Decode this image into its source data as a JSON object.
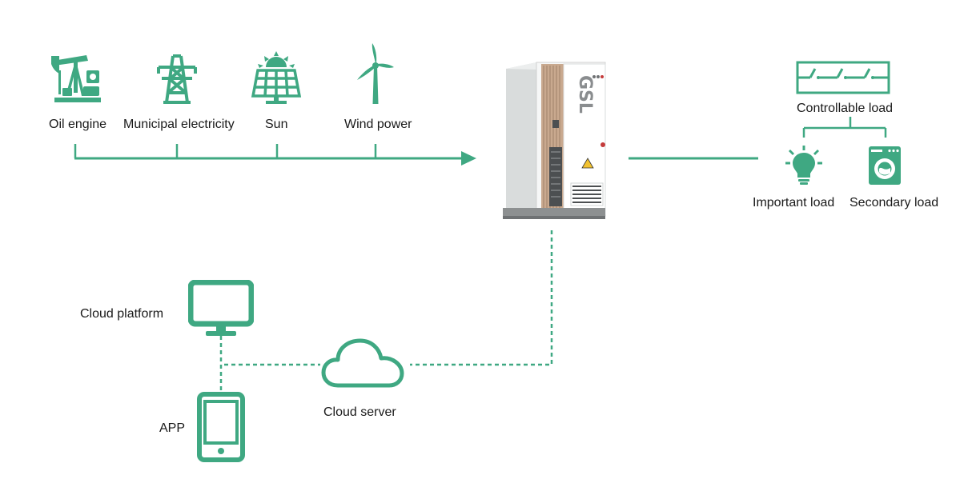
{
  "sources": [
    {
      "label": "Oil engine",
      "icon": "oil-pump-jack-icon"
    },
    {
      "label": "Municipal electricity",
      "icon": "power-pylon-icon"
    },
    {
      "label": "Sun",
      "icon": "solar-panel-icon"
    },
    {
      "label": "Wind power",
      "icon": "wind-turbine-icon"
    }
  ],
  "cabinet": {
    "brand_text": "GSL",
    "icon": "energy-storage-cabinet"
  },
  "loads": {
    "controllable": {
      "label": "Controllable load",
      "icon": "switch-panel-icon"
    },
    "important": {
      "label": "Important load",
      "icon": "light-bulb-icon"
    },
    "secondary": {
      "label": "Secondary load",
      "icon": "washing-machine-icon"
    }
  },
  "network": {
    "cloud_platform": {
      "label": "Cloud platform",
      "icon": "monitor-icon"
    },
    "app": {
      "label": "APP",
      "icon": "tablet-icon"
    },
    "cloud_server": {
      "label": "Cloud server",
      "icon": "cloud-icon"
    }
  },
  "colors": {
    "accent": "#3fa882",
    "text": "#1a1a1a"
  }
}
